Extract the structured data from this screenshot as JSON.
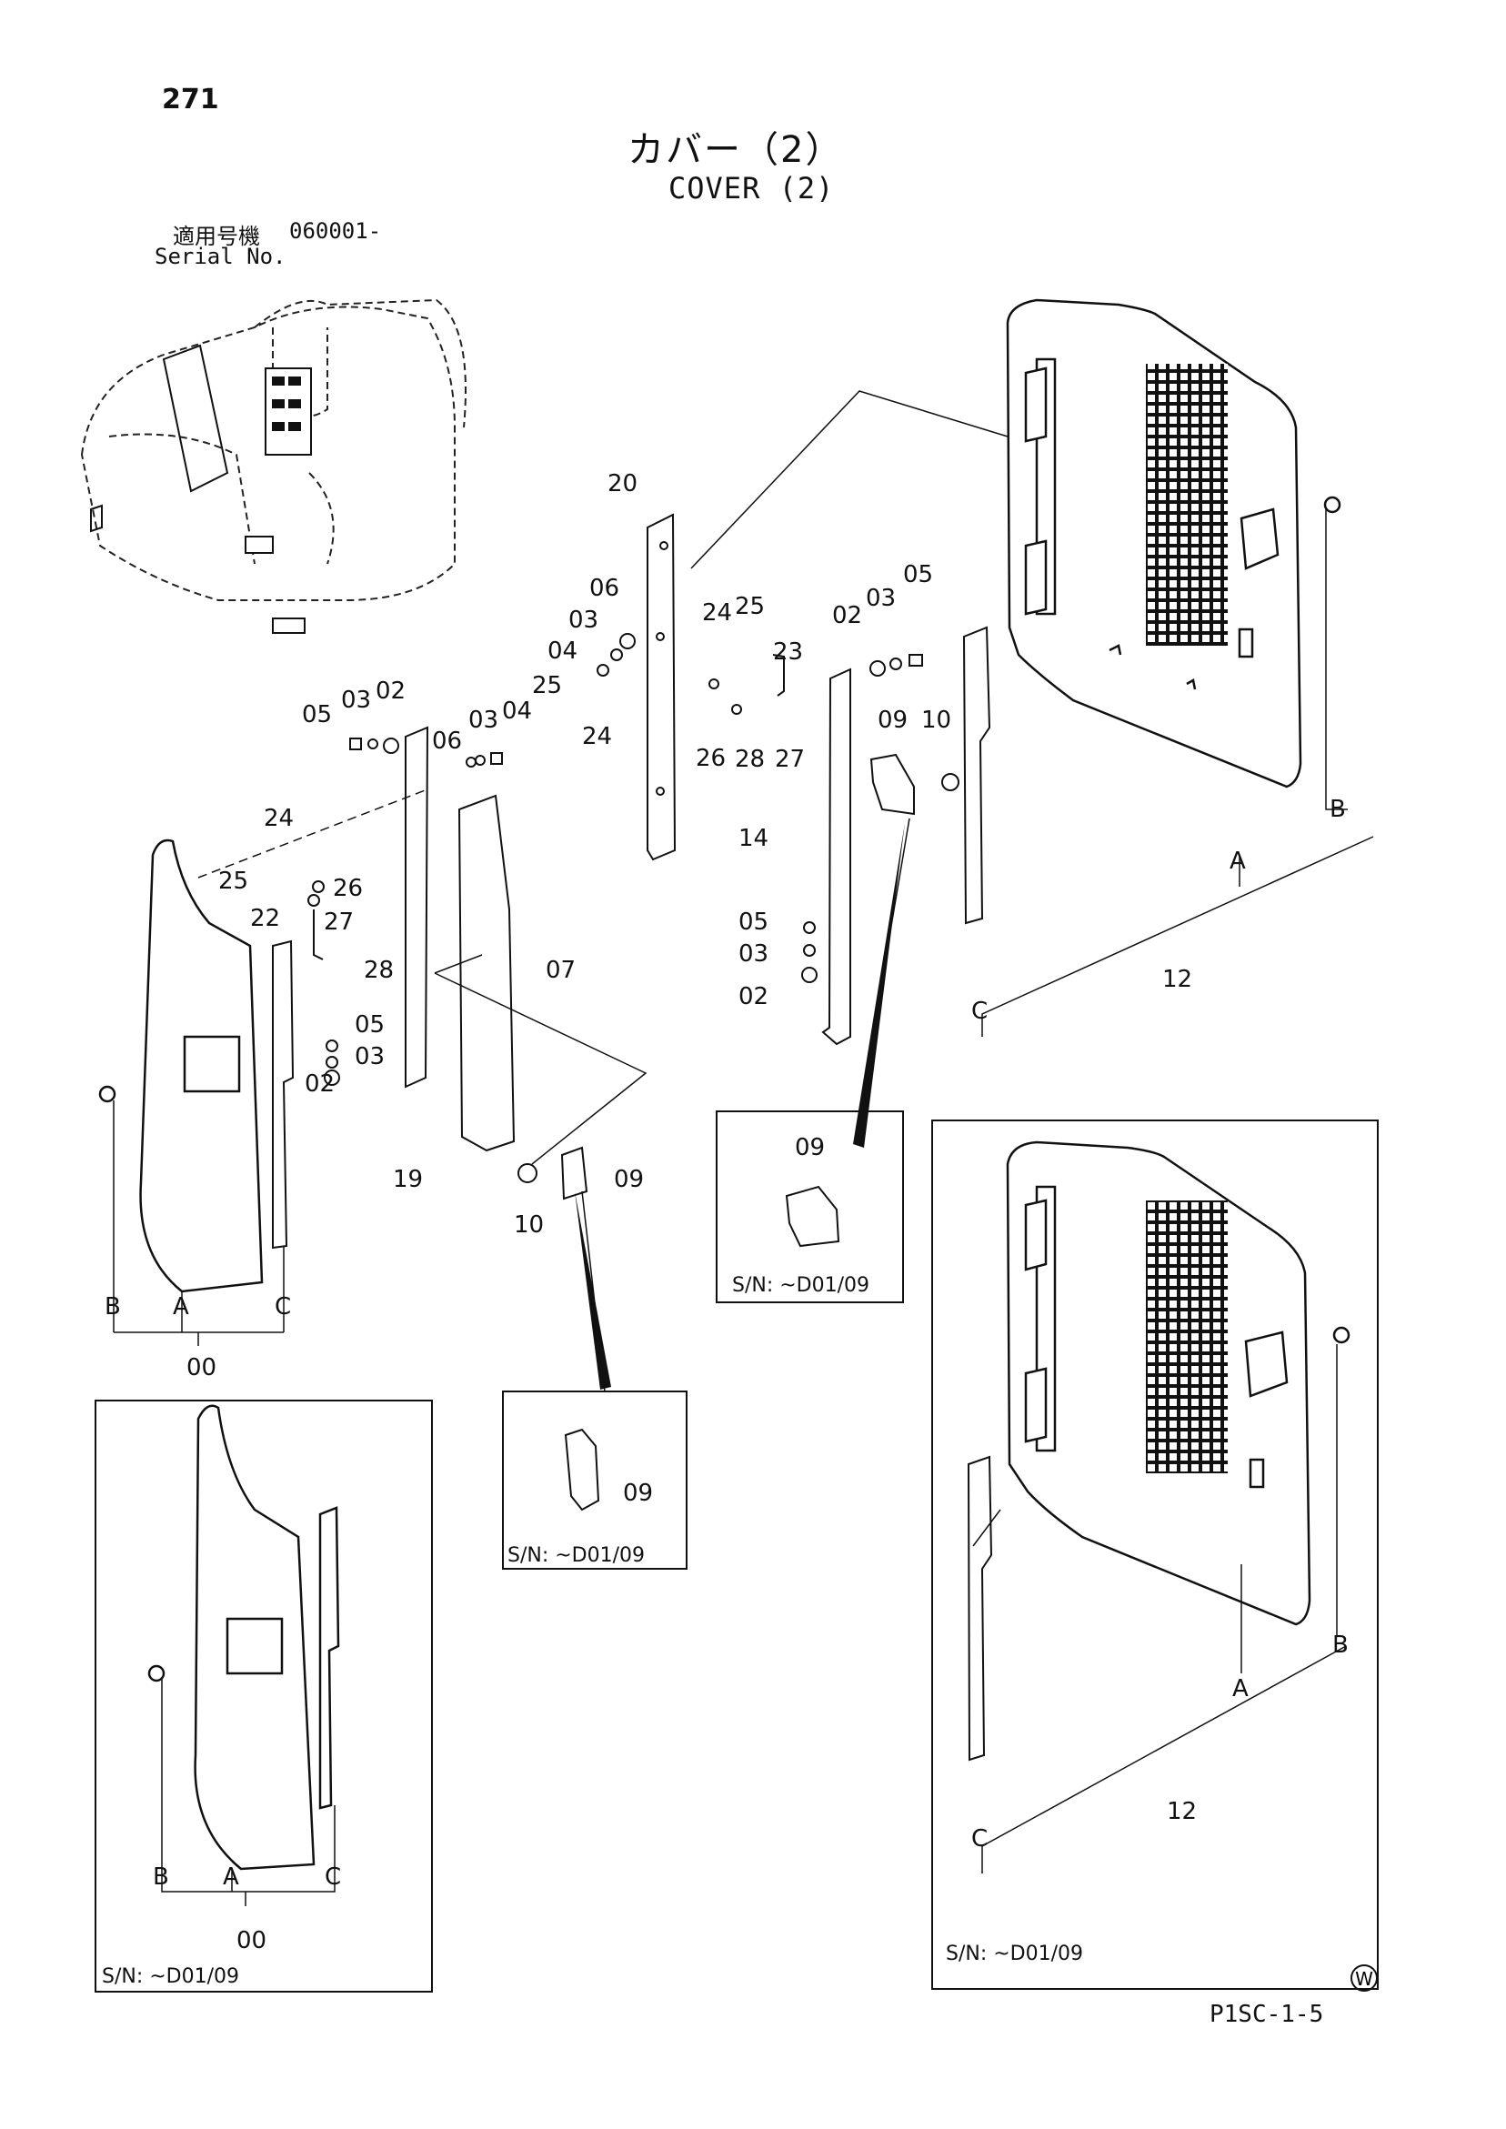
{
  "page": {
    "number": "271",
    "title_jp": "カバー（2）",
    "title_en": "COVER (2)",
    "serial_label_jp": "適用号機",
    "serial_from": "060001-",
    "serial_label_en": "Serial No.",
    "code": "P1SC-1-5",
    "mark": "W"
  },
  "callouts": {
    "p00": "00",
    "p02": "02",
    "p03": "03",
    "p04": "04",
    "p05": "05",
    "p06": "06",
    "p07": "07",
    "p09": "09",
    "p10": "10",
    "p12": "12",
    "p14": "14",
    "p19": "19",
    "p20": "20",
    "p22": "22",
    "p23": "23",
    "p24": "24",
    "p25": "25",
    "p26": "26",
    "p27": "27",
    "p28": "28",
    "A": "A",
    "B": "B",
    "C": "C"
  },
  "insets": {
    "serial_note": "S/N: ~D01/09"
  }
}
